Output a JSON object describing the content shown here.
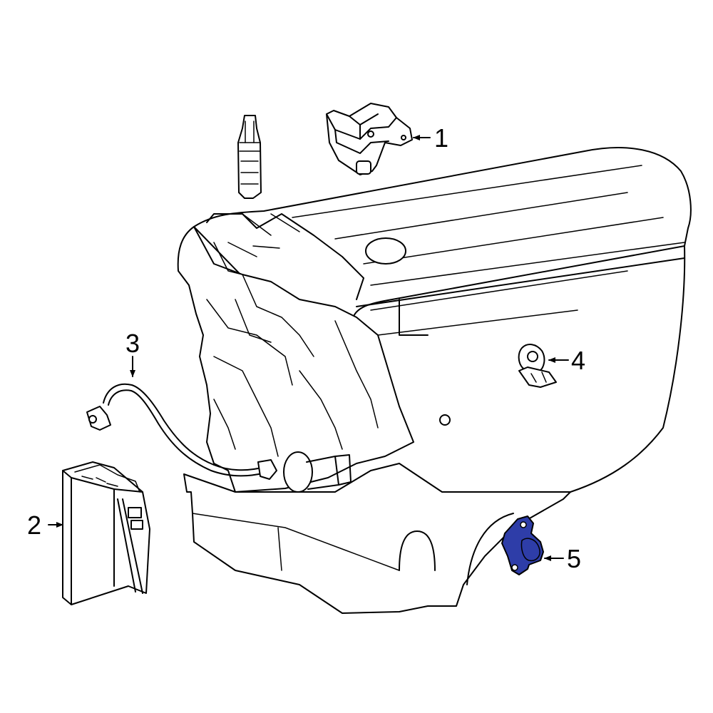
{
  "callouts": [
    {
      "id": "1",
      "label": "1"
    },
    {
      "id": "2",
      "label": "2"
    },
    {
      "id": "3",
      "label": "3"
    },
    {
      "id": "4",
      "label": "4"
    },
    {
      "id": "5",
      "label": "5"
    }
  ],
  "highlight_color": "#2e3da8"
}
